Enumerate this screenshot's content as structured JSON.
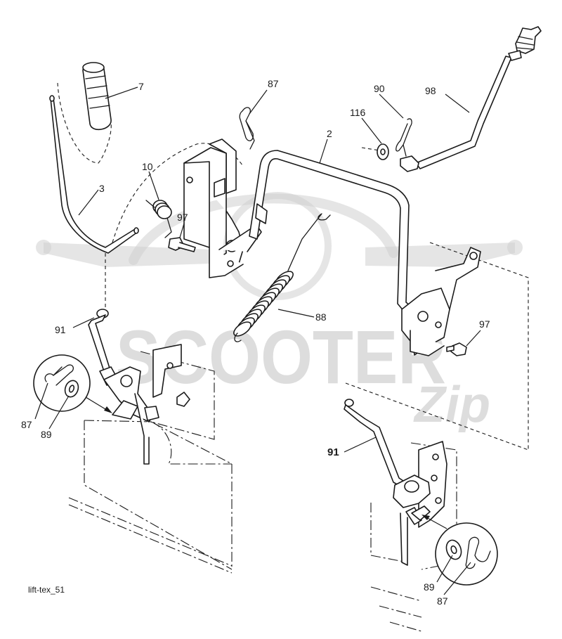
{
  "diagram_caption": "lift-tex_51",
  "watermark": {
    "brand": "SCOOTER",
    "script": "Zip",
    "color": "#c8c8c8"
  },
  "callouts": {
    "c7": "7",
    "c87_top": "87",
    "c10": "10",
    "c3": "3",
    "c97_left": "97",
    "c2": "2",
    "c90": "90",
    "c98": "98",
    "c116": "116",
    "c88": "88",
    "c97_right": "97",
    "c91_left": "91",
    "c87_left": "87",
    "c89_left": "89",
    "c91_right": "91",
    "c89_right": "89",
    "c87_right": "87"
  },
  "icons": {
    "handle_grip": "handle-grip-icon",
    "spring": "extension-spring-icon",
    "hairpin": "hairpin-clip-icon",
    "washer": "washer-icon",
    "bolt": "bolt-icon"
  }
}
